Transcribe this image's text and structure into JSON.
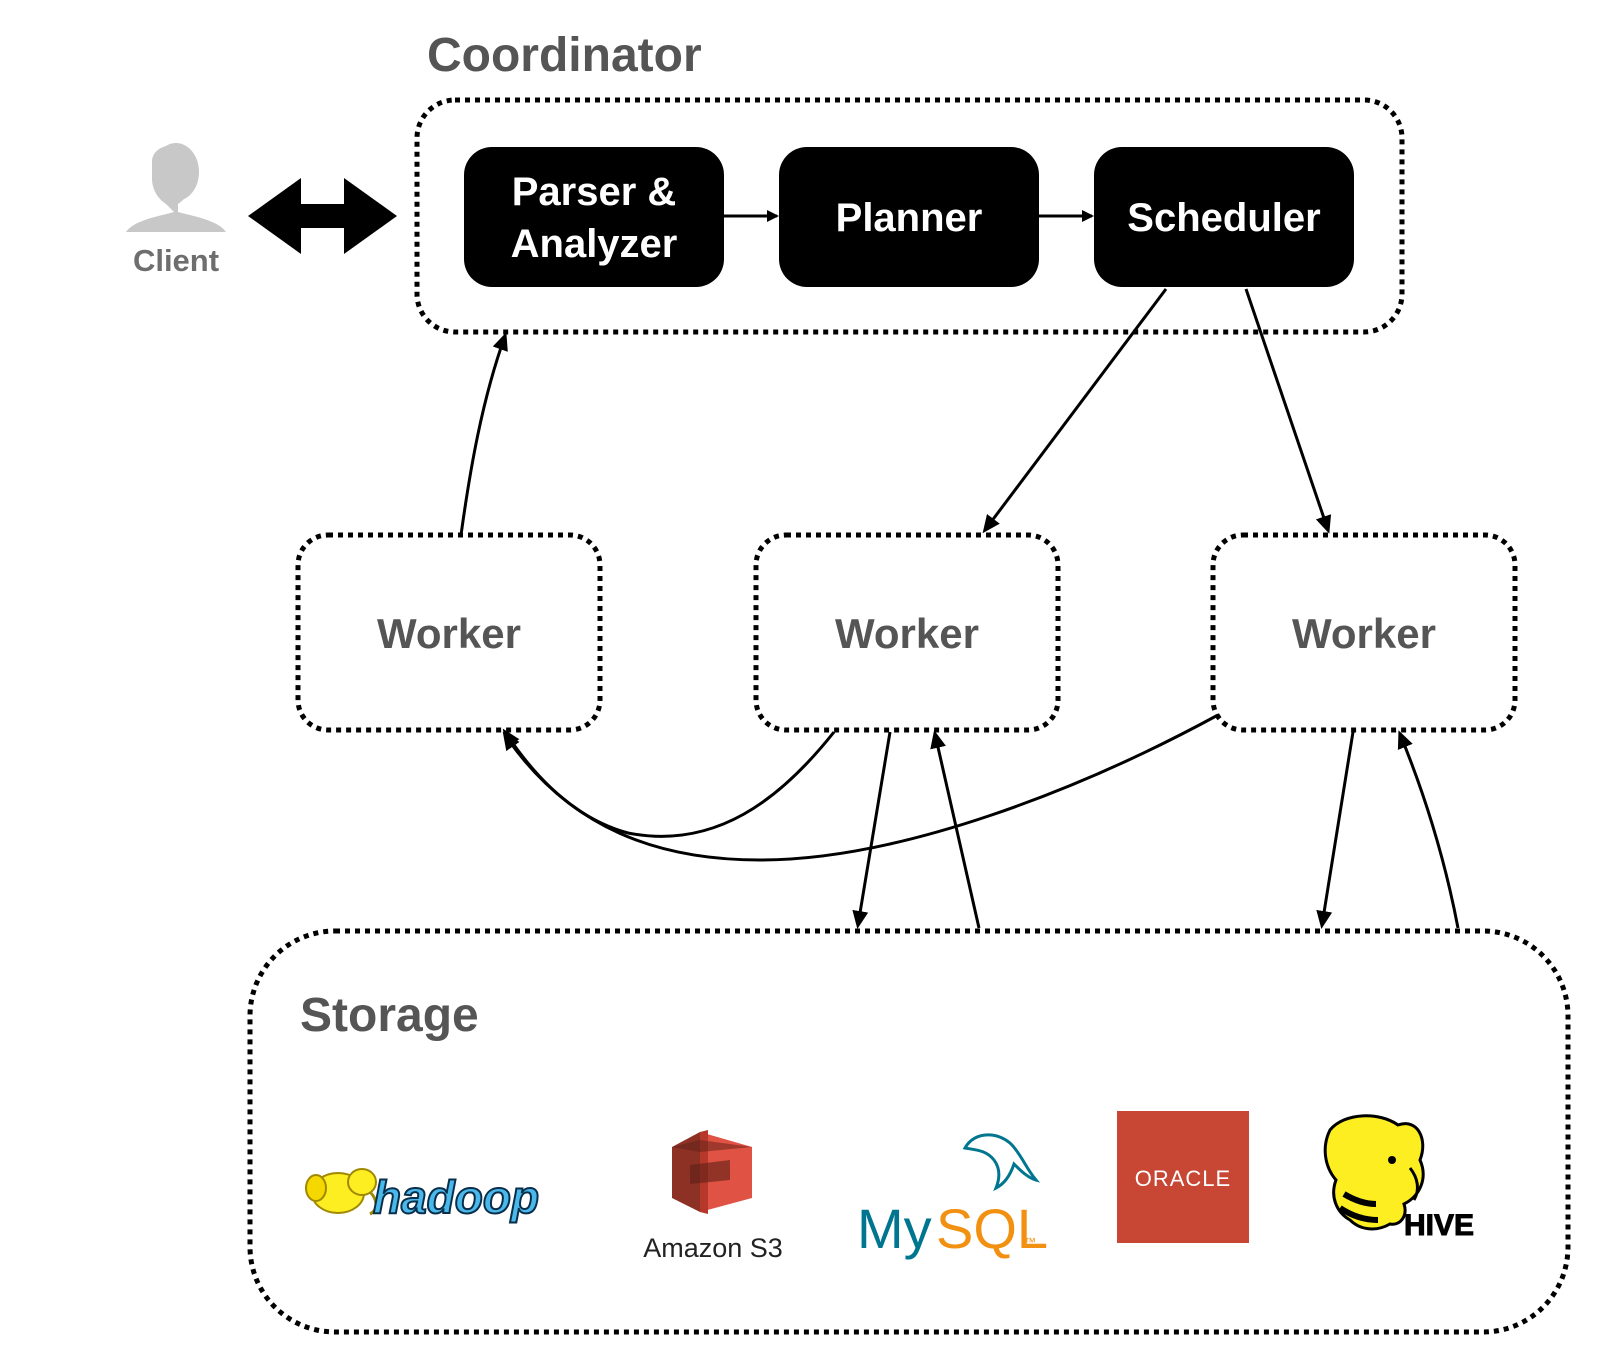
{
  "coordinator": {
    "title": "Coordinator",
    "stages": [
      {
        "id": "parser",
        "lines": [
          "Parser &",
          "Analyzer"
        ]
      },
      {
        "id": "planner",
        "lines": [
          "Planner"
        ]
      },
      {
        "id": "scheduler",
        "lines": [
          "Scheduler"
        ]
      }
    ]
  },
  "client": {
    "label": "Client",
    "icon": "user-silhouette-icon"
  },
  "workers": [
    {
      "label": "Worker"
    },
    {
      "label": "Worker"
    },
    {
      "label": "Worker"
    }
  ],
  "storage": {
    "title": "Storage",
    "logos": [
      {
        "name": "hadoop",
        "text": "hadoop",
        "color": "#49b8ea"
      },
      {
        "name": "amazon-s3",
        "text": "Amazon S3",
        "color": "#d9432e"
      },
      {
        "name": "mysql",
        "text_my": "My",
        "text_sql": "SQL",
        "tm": "™",
        "color_my": "#00758f",
        "color_sql": "#f29111"
      },
      {
        "name": "oracle",
        "text": "ORACLE",
        "color": "#c74634"
      },
      {
        "name": "hive",
        "text": "HIVE",
        "color": "#fdee21"
      }
    ]
  },
  "colors": {
    "stage_fill": "#000000",
    "title_text": "#555555",
    "client_icon": "#c8c8c8"
  }
}
